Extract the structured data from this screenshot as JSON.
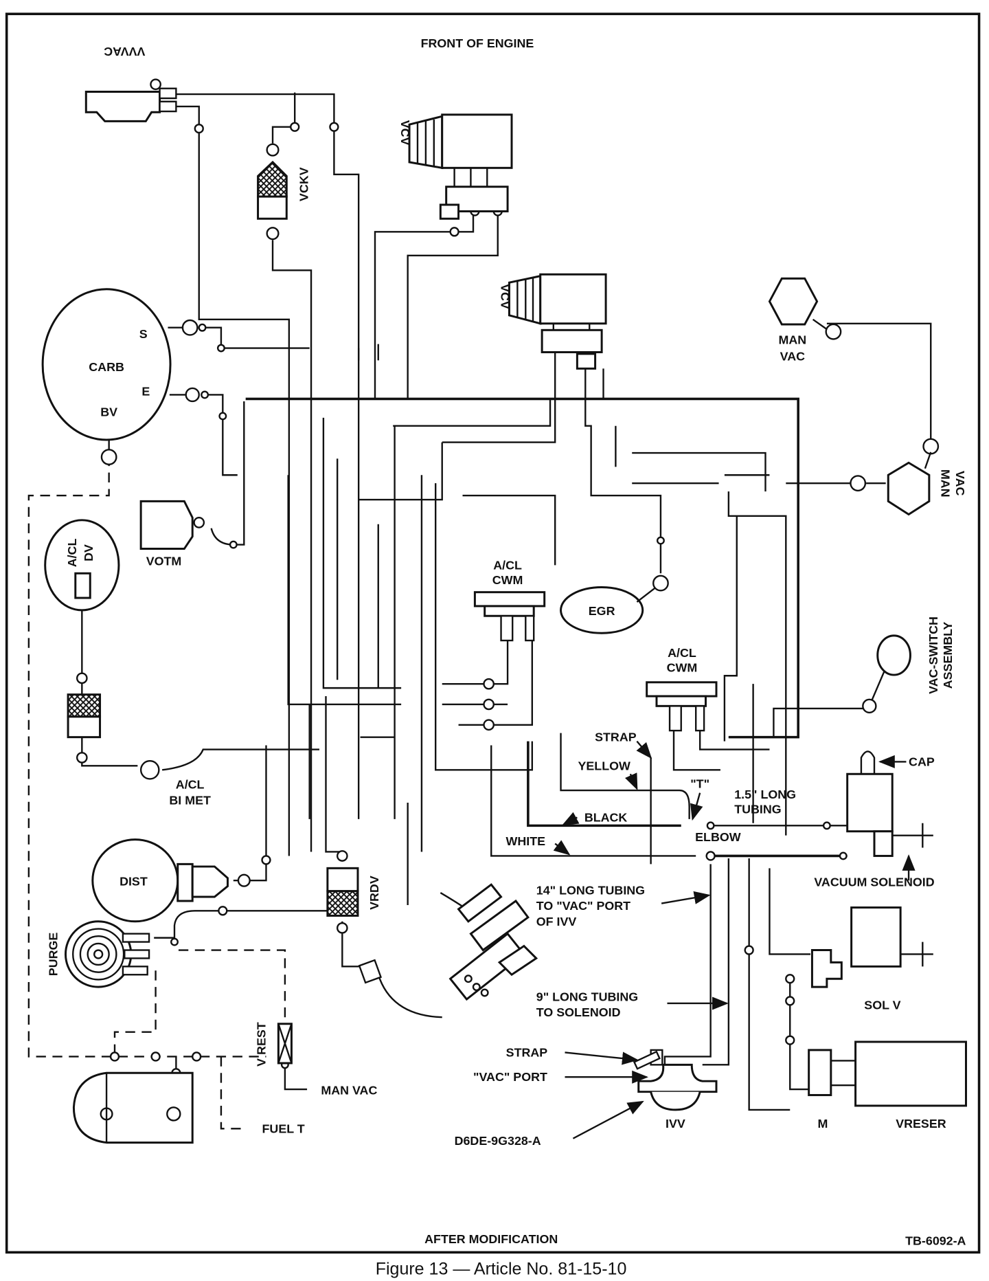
{
  "header": {
    "front_label": "FRONT OF ENGINE"
  },
  "components": {
    "vvvac": "VVVAC",
    "vckv": "VCKV",
    "vcv_top": "VCV",
    "vcv_mid": "VCV",
    "man_vac_top": [
      "MAN",
      "VAC"
    ],
    "man_vac_right": [
      "MAN",
      "VAC"
    ],
    "carb": {
      "name": "CARB",
      "s": "S",
      "e": "E",
      "bv": "BV"
    },
    "votm": "VOTM",
    "acl_dv": [
      "A/CL",
      "DV"
    ],
    "acl_bimet": [
      "A/CL",
      "BI MET"
    ],
    "acl_cwm_1": [
      "A/CL",
      "CWM"
    ],
    "acl_cwm_2": [
      "A/CL",
      "CWM"
    ],
    "egr": "EGR",
    "vac_switch": [
      "VAC-SWITCH",
      "ASSEMBLY"
    ],
    "dist": "DIST",
    "purge": "PURGE",
    "vrdv": "VRDV",
    "v_rest": "V REST",
    "man_vac_bottom": "MAN VAC",
    "fuel_t": "FUEL T",
    "ivv": "IVV",
    "vacuum_solenoid": "VACUUM SOLENOID",
    "sol_v": "SOL V",
    "m": "M",
    "vreser": "VRESER"
  },
  "callouts": {
    "strap_top": "STRAP",
    "yellow": "YELLOW",
    "t_fitting": "\"T\"",
    "tubing_15": [
      "1.5\" LONG",
      "TUBING"
    ],
    "cap": "CAP",
    "black": "BLACK",
    "elbow": "ELBOW",
    "white": "WHITE",
    "tubing_14": [
      "14\" LONG TUBING",
      "TO \"VAC\" PORT",
      "OF IVV"
    ],
    "tubing_9": [
      "9\" LONG TUBING",
      "TO SOLENOID"
    ],
    "strap_bottom": "STRAP",
    "vac_port": "\"VAC\" PORT",
    "part_number": "D6DE-9G328-A"
  },
  "footer": {
    "after_mod": "AFTER MODIFICATION",
    "drawing_no": "TB-6092-A",
    "caption": "Figure 13 — Article No. 81-15-10"
  }
}
